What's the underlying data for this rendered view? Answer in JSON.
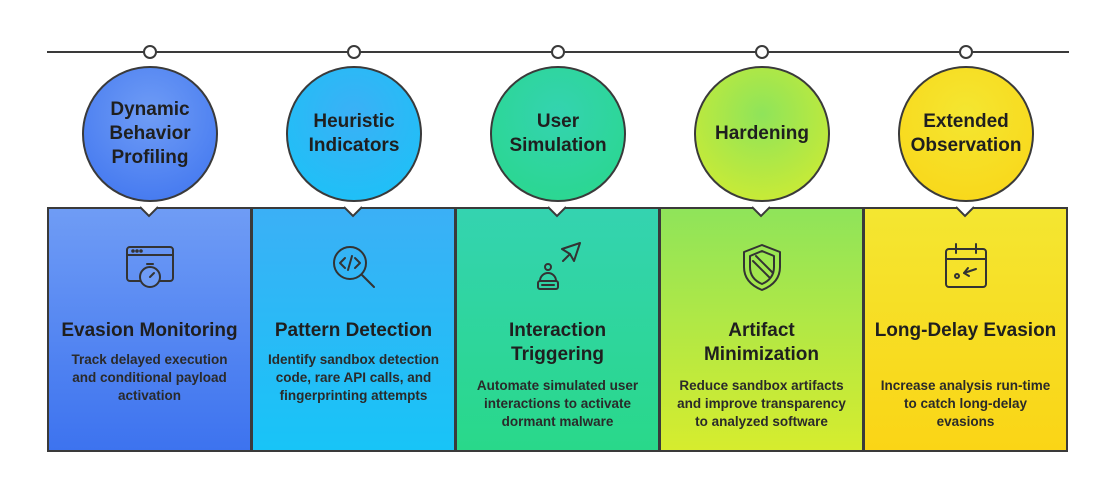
{
  "stages": [
    {
      "circle_title": "Dynamic Behavior Profiling",
      "card_title": "Evasion Monitoring",
      "card_desc": "Track delayed execution and conditional payload activation",
      "icon": "browser-stopwatch-icon",
      "color_top": "#6f9cf5",
      "color_bottom": "#3d73ef"
    },
    {
      "circle_title": "Heuristic Indicators",
      "card_title": "Pattern Detection",
      "card_desc": "Identify sandbox detection code, rare API calls, and fingerprinting attempts",
      "icon": "code-search-icon",
      "color_top": "#3bb0f6",
      "color_bottom": "#18c4f7"
    },
    {
      "circle_title": "User Simulation",
      "card_title": "Interaction Triggering",
      "card_desc": "Automate simulated user interactions to activate dormant malware",
      "icon": "robot-cursor-icon",
      "color_top": "#34d3b0",
      "color_bottom": "#29d88a"
    },
    {
      "circle_title": "Hardening",
      "card_title": "Artifact Minimization",
      "card_desc": "Reduce sandbox artifacts and improve transparency to analyzed software",
      "icon": "shield-icon",
      "color_top": "#8fe45a",
      "color_bottom": "#d6ec2e"
    },
    {
      "circle_title": "Extended Observation",
      "card_title": "Long-Delay Evasion",
      "card_desc": "Increase analysis run-time to catch long-delay evasions",
      "icon": "calendar-icon",
      "color_top": "#f4e631",
      "color_bottom": "#fad516"
    }
  ]
}
